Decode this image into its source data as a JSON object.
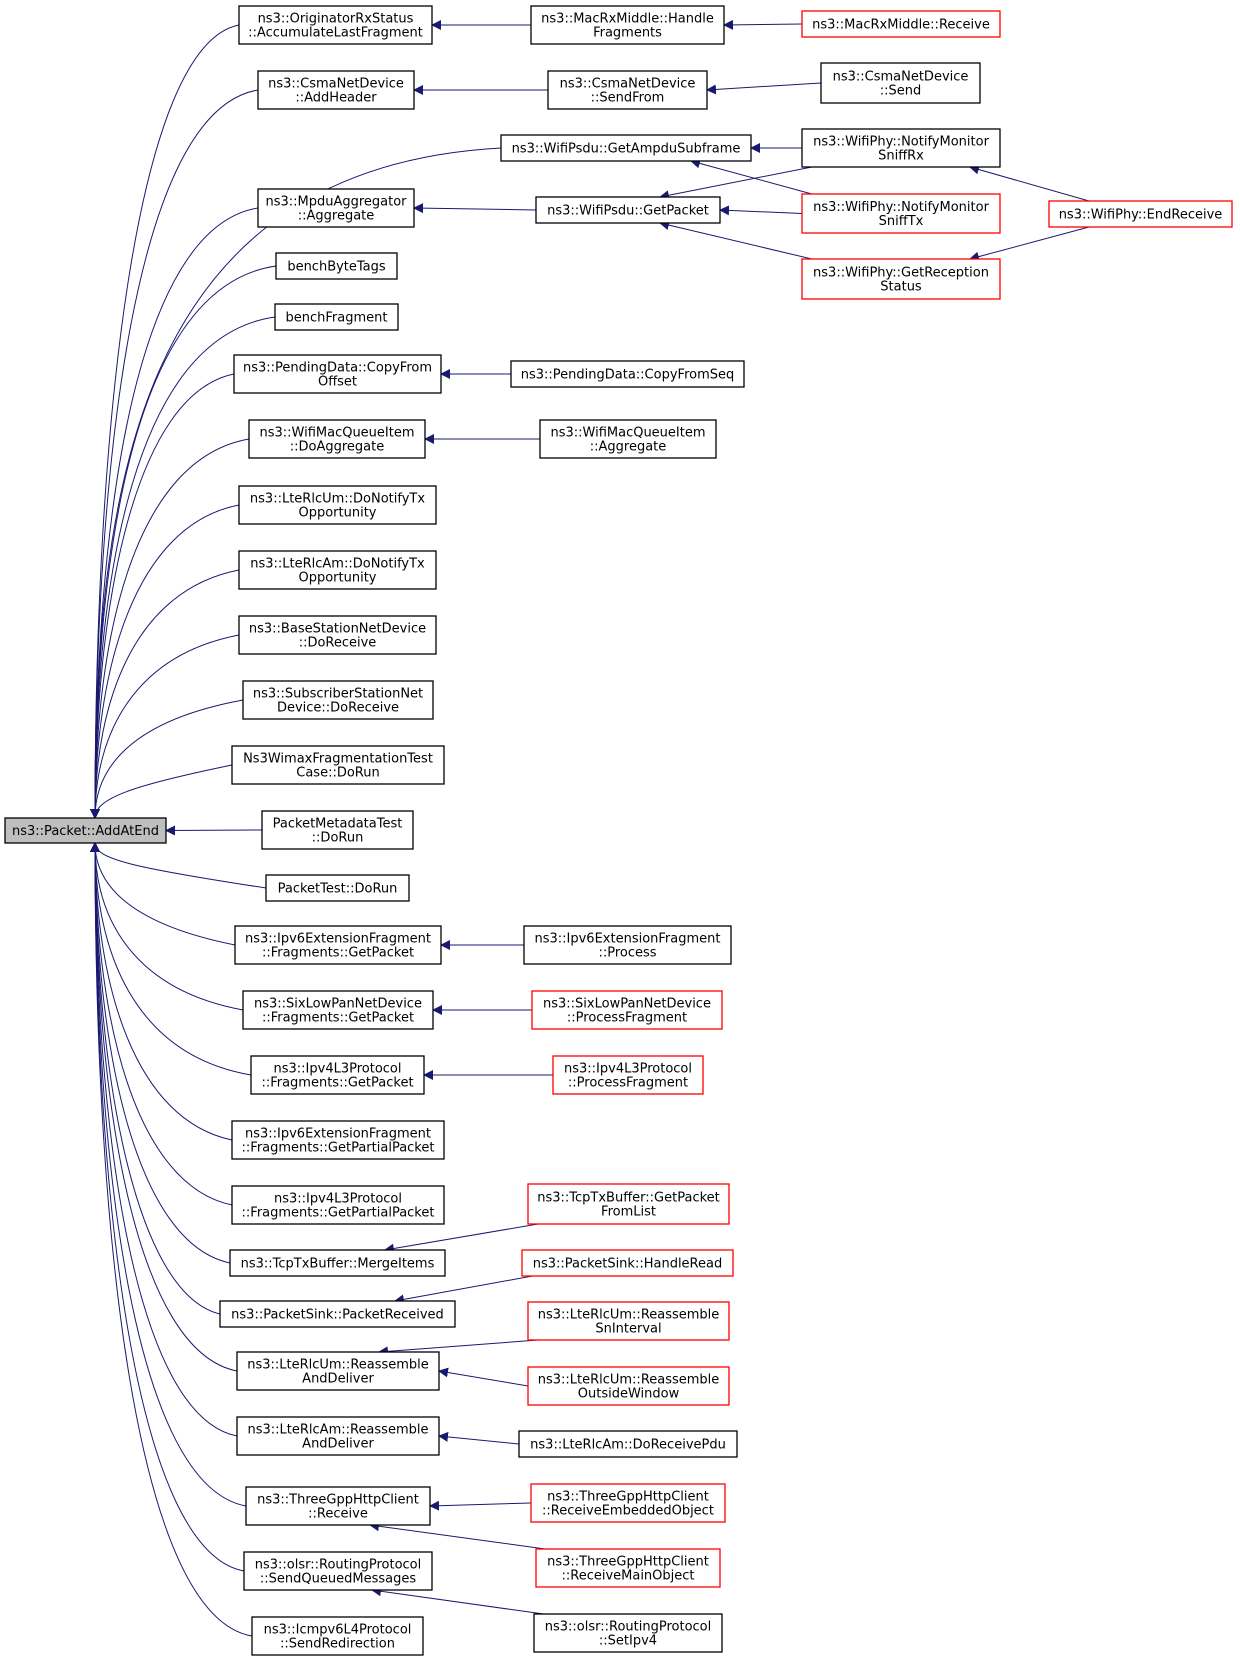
{
  "colors": {
    "edge": "#191970",
    "focus_fill": "#bfbfbf",
    "node_border": "#000000",
    "truncated_border": "#ff0000",
    "node_fill": "#ffffff"
  },
  "nodes": [
    {
      "id": "packet_addatend",
      "lines": [
        "ns3::Packet::AddAtEnd"
      ],
      "kind": "focus"
    },
    {
      "id": "orig_accumulate",
      "lines": [
        "ns3::OriginatorRxStatus",
        "::AccumulateLastFragment"
      ],
      "kind": "normal"
    },
    {
      "id": "csma_addheader",
      "lines": [
        "ns3::CsmaNetDevice",
        "::AddHeader"
      ],
      "kind": "normal"
    },
    {
      "id": "psdu_ampdu",
      "lines": [
        "ns3::WifiPsdu::GetAmpduSubframe"
      ],
      "kind": "normal"
    },
    {
      "id": "mpdu_aggregate",
      "lines": [
        "ns3::MpduAggregator",
        "::Aggregate"
      ],
      "kind": "normal"
    },
    {
      "id": "bench_bytetags",
      "lines": [
        "benchByteTags"
      ],
      "kind": "normal"
    },
    {
      "id": "bench_fragment",
      "lines": [
        "benchFragment"
      ],
      "kind": "normal"
    },
    {
      "id": "pending_copyfromoffset",
      "lines": [
        "ns3::PendingData::CopyFrom",
        "Offset"
      ],
      "kind": "normal"
    },
    {
      "id": "wifimacqueue_doaggregate",
      "lines": [
        "ns3::WifiMacQueueItem",
        "::DoAggregate"
      ],
      "kind": "normal"
    },
    {
      "id": "lterlcum_donotify",
      "lines": [
        "ns3::LteRlcUm::DoNotifyTx",
        "Opportunity"
      ],
      "kind": "normal"
    },
    {
      "id": "lterlcam_donotify",
      "lines": [
        "ns3::LteRlcAm::DoNotifyTx",
        "Opportunity"
      ],
      "kind": "normal"
    },
    {
      "id": "basestation_doreceive",
      "lines": [
        "ns3::BaseStationNetDevice",
        "::DoReceive"
      ],
      "kind": "normal"
    },
    {
      "id": "subscriber_doreceive",
      "lines": [
        "ns3::SubscriberStationNet",
        "Device::DoReceive"
      ],
      "kind": "normal"
    },
    {
      "id": "wimaxfrag_dorun",
      "lines": [
        "Ns3WimaxFragmentationTest",
        "Case::DoRun"
      ],
      "kind": "normal"
    },
    {
      "id": "pmt_dorun",
      "lines": [
        "PacketMetadataTest",
        "::DoRun"
      ],
      "kind": "normal"
    },
    {
      "id": "packettest_dorun",
      "lines": [
        "PacketTest::DoRun"
      ],
      "kind": "normal"
    },
    {
      "id": "ipv6ext_getpacket",
      "lines": [
        "ns3::Ipv6ExtensionFragment",
        "::Fragments::GetPacket"
      ],
      "kind": "normal"
    },
    {
      "id": "sixlowpan_getpacket",
      "lines": [
        "ns3::SixLowPanNetDevice",
        "::Fragments::GetPacket"
      ],
      "kind": "normal"
    },
    {
      "id": "ipv4l3_getpacket",
      "lines": [
        "ns3::Ipv4L3Protocol",
        "::Fragments::GetPacket"
      ],
      "kind": "normal"
    },
    {
      "id": "ipv6ext_getpartial",
      "lines": [
        "ns3::Ipv6ExtensionFragment",
        "::Fragments::GetPartialPacket"
      ],
      "kind": "normal"
    },
    {
      "id": "ipv4l3_getpartial",
      "lines": [
        "ns3::Ipv4L3Protocol",
        "::Fragments::GetPartialPacket"
      ],
      "kind": "normal"
    },
    {
      "id": "tcptx_mergeitems",
      "lines": [
        "ns3::TcpTxBuffer::MergeItems"
      ],
      "kind": "normal"
    },
    {
      "id": "packetsink_received",
      "lines": [
        "ns3::PacketSink::PacketReceived"
      ],
      "kind": "normal"
    },
    {
      "id": "lterlcum_reassemble",
      "lines": [
        "ns3::LteRlcUm::Reassemble",
        "AndDeliver"
      ],
      "kind": "normal"
    },
    {
      "id": "lterlcam_reassemble",
      "lines": [
        "ns3::LteRlcAm::Reassemble",
        "AndDeliver"
      ],
      "kind": "normal"
    },
    {
      "id": "http_receive",
      "lines": [
        "ns3::ThreeGppHttpClient",
        "::Receive"
      ],
      "kind": "normal"
    },
    {
      "id": "olsr_sendqueued",
      "lines": [
        "ns3::olsr::RoutingProtocol",
        "::SendQueuedMessages"
      ],
      "kind": "normal"
    },
    {
      "id": "icmpv6_sendredirection",
      "lines": [
        "ns3::Icmpv6L4Protocol",
        "::SendRedirection"
      ],
      "kind": "normal"
    },
    {
      "id": "macrx_handlefragments",
      "lines": [
        "ns3::MacRxMiddle::Handle",
        "Fragments"
      ],
      "kind": "normal"
    },
    {
      "id": "csma_sendfrom",
      "lines": [
        "ns3::CsmaNetDevice",
        "::SendFrom"
      ],
      "kind": "normal"
    },
    {
      "id": "psdu_getpacket",
      "lines": [
        "ns3::WifiPsdu::GetPacket"
      ],
      "kind": "normal"
    },
    {
      "id": "pending_copyfromseq",
      "lines": [
        "ns3::PendingData::CopyFromSeq"
      ],
      "kind": "normal"
    },
    {
      "id": "wifimacqueue_aggregate",
      "lines": [
        "ns3::WifiMacQueueItem",
        "::Aggregate"
      ],
      "kind": "normal"
    },
    {
      "id": "ipv6ext_process",
      "lines": [
        "ns3::Ipv6ExtensionFragment",
        "::Process"
      ],
      "kind": "normal"
    },
    {
      "id": "sixlowpan_processfragment",
      "lines": [
        "ns3::SixLowPanNetDevice",
        "::ProcessFragment"
      ],
      "kind": "truncated"
    },
    {
      "id": "ipv4l3_processfragment",
      "lines": [
        "ns3::Ipv4L3Protocol",
        "::ProcessFragment"
      ],
      "kind": "truncated"
    },
    {
      "id": "tcptx_getpacketfromlist",
      "lines": [
        "ns3::TcpTxBuffer::GetPacket",
        "FromList"
      ],
      "kind": "truncated"
    },
    {
      "id": "packetsink_handleread",
      "lines": [
        "ns3::PacketSink::HandleRead"
      ],
      "kind": "truncated"
    },
    {
      "id": "lterlcum_snint",
      "lines": [
        "ns3::LteRlcUm::Reassemble",
        "SnInterval"
      ],
      "kind": "truncated"
    },
    {
      "id": "lterlcum_outside",
      "lines": [
        "ns3::LteRlcUm::Reassemble",
        "OutsideWindow"
      ],
      "kind": "truncated"
    },
    {
      "id": "lterlcam_doreceivepdu",
      "lines": [
        "ns3::LteRlcAm::DoReceivePdu"
      ],
      "kind": "normal"
    },
    {
      "id": "http_embedded",
      "lines": [
        "ns3::ThreeGppHttpClient",
        "::ReceiveEmbeddedObject"
      ],
      "kind": "truncated"
    },
    {
      "id": "http_mainobject",
      "lines": [
        "ns3::ThreeGppHttpClient",
        "::ReceiveMainObject"
      ],
      "kind": "truncated"
    },
    {
      "id": "olsr_setipv4",
      "lines": [
        "ns3::olsr::RoutingProtocol",
        "::SetIpv4"
      ],
      "kind": "normal"
    },
    {
      "id": "macrx_receive",
      "lines": [
        "ns3::MacRxMiddle::Receive"
      ],
      "kind": "truncated"
    },
    {
      "id": "csma_send",
      "lines": [
        "ns3::CsmaNetDevice",
        "::Send"
      ],
      "kind": "normal"
    },
    {
      "id": "wifiphy_sniffrx",
      "lines": [
        "ns3::WifiPhy::NotifyMonitor",
        "SniffRx"
      ],
      "kind": "normal"
    },
    {
      "id": "wifiphy_snifftx",
      "lines": [
        "ns3::WifiPhy::NotifyMonitor",
        "SniffTx"
      ],
      "kind": "truncated"
    },
    {
      "id": "wifiphy_getreception",
      "lines": [
        "ns3::WifiPhy::GetReception",
        "Status"
      ],
      "kind": "truncated"
    },
    {
      "id": "wifiphy_endreceive",
      "lines": [
        "ns3::WifiPhy::EndReceive"
      ],
      "kind": "truncated"
    }
  ],
  "edges": [
    [
      "orig_accumulate",
      "packet_addatend"
    ],
    [
      "csma_addheader",
      "packet_addatend"
    ],
    [
      "psdu_ampdu",
      "packet_addatend"
    ],
    [
      "mpdu_aggregate",
      "packet_addatend"
    ],
    [
      "bench_bytetags",
      "packet_addatend"
    ],
    [
      "bench_fragment",
      "packet_addatend"
    ],
    [
      "pending_copyfromoffset",
      "packet_addatend"
    ],
    [
      "wifimacqueue_doaggregate",
      "packet_addatend"
    ],
    [
      "lterlcum_donotify",
      "packet_addatend"
    ],
    [
      "lterlcam_donotify",
      "packet_addatend"
    ],
    [
      "basestation_doreceive",
      "packet_addatend"
    ],
    [
      "subscriber_doreceive",
      "packet_addatend"
    ],
    [
      "wimaxfrag_dorun",
      "packet_addatend"
    ],
    [
      "pmt_dorun",
      "packet_addatend"
    ],
    [
      "packettest_dorun",
      "packet_addatend"
    ],
    [
      "ipv6ext_getpacket",
      "packet_addatend"
    ],
    [
      "sixlowpan_getpacket",
      "packet_addatend"
    ],
    [
      "ipv4l3_getpacket",
      "packet_addatend"
    ],
    [
      "ipv6ext_getpartial",
      "packet_addatend"
    ],
    [
      "ipv4l3_getpartial",
      "packet_addatend"
    ],
    [
      "tcptx_mergeitems",
      "packet_addatend"
    ],
    [
      "packetsink_received",
      "packet_addatend"
    ],
    [
      "lterlcum_reassemble",
      "packet_addatend"
    ],
    [
      "lterlcam_reassemble",
      "packet_addatend"
    ],
    [
      "http_receive",
      "packet_addatend"
    ],
    [
      "olsr_sendqueued",
      "packet_addatend"
    ],
    [
      "icmpv6_sendredirection",
      "packet_addatend"
    ],
    [
      "macrx_handlefragments",
      "orig_accumulate"
    ],
    [
      "macrx_receive",
      "macrx_handlefragments"
    ],
    [
      "csma_sendfrom",
      "csma_addheader"
    ],
    [
      "csma_send",
      "csma_sendfrom"
    ],
    [
      "wifiphy_sniffrx",
      "psdu_ampdu"
    ],
    [
      "wifiphy_snifftx",
      "psdu_ampdu"
    ],
    [
      "psdu_getpacket",
      "mpdu_aggregate"
    ],
    [
      "wifiphy_sniffrx",
      "psdu_getpacket"
    ],
    [
      "wifiphy_snifftx",
      "psdu_getpacket"
    ],
    [
      "wifiphy_getreception",
      "psdu_getpacket"
    ],
    [
      "wifiphy_endreceive",
      "wifiphy_sniffrx"
    ],
    [
      "wifiphy_endreceive",
      "wifiphy_getreception"
    ],
    [
      "pending_copyfromseq",
      "pending_copyfromoffset"
    ],
    [
      "wifimacqueue_aggregate",
      "wifimacqueue_doaggregate"
    ],
    [
      "ipv6ext_process",
      "ipv6ext_getpacket"
    ],
    [
      "sixlowpan_processfragment",
      "sixlowpan_getpacket"
    ],
    [
      "ipv4l3_processfragment",
      "ipv4l3_getpacket"
    ],
    [
      "tcptx_getpacketfromlist",
      "tcptx_mergeitems"
    ],
    [
      "packetsink_handleread",
      "packetsink_received"
    ],
    [
      "lterlcum_snint",
      "lterlcum_reassemble"
    ],
    [
      "lterlcum_outside",
      "lterlcum_reassemble"
    ],
    [
      "lterlcam_doreceivepdu",
      "lterlcam_reassemble"
    ],
    [
      "http_embedded",
      "http_receive"
    ],
    [
      "http_mainobject",
      "http_receive"
    ],
    [
      "olsr_setipv4",
      "olsr_sendqueued"
    ]
  ]
}
